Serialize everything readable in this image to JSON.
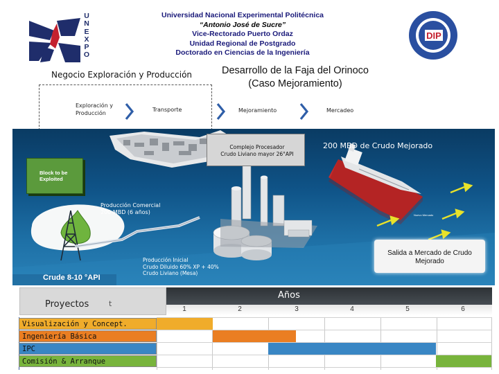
{
  "header": {
    "unexpo_letters": [
      "U",
      "N",
      "E",
      "X",
      "P",
      "O"
    ],
    "line1": "Universidad Nacional Experimental Politécnica",
    "line2": "“Antonio José de Sucre”",
    "line3": "Vice-Rectorado Puerto Ordaz",
    "line4": "Unidad Regional de Postgrado",
    "line5": "Doctorado en Ciencias de la Ingeniería",
    "logo_right_text": "DIP"
  },
  "phase_title": "Negocio Exploración y Producción",
  "main_title": {
    "line1": "Desarrollo de la Faja del Orinoco",
    "line2": "(Caso Mejoramiento)"
  },
  "chain": {
    "step1": [
      "Exploración y",
      "Producción"
    ],
    "step2": "Transporte",
    "step3": "Mejoramiento",
    "step4": "Mercadeo"
  },
  "illustration": {
    "block_label": [
      "Block to be",
      "Exploited"
    ],
    "complex_label": [
      "Complejo Procesador",
      "Crudo Liviano mayor 26°API"
    ],
    "mbd_label": "200 MBD de Crudo Mejorado",
    "prod_comercial": [
      "Producción Comercial",
      "200 MBD (6 años)"
    ],
    "prod_inicial": [
      "Producción Inicial",
      "Crudo Diluido 60% XP + 40%",
      "Crudo Liviano (Mesa)"
    ],
    "crude_label": "Crude 8-10 °API",
    "salida_label": [
      "Salida a Mercado de Crudo",
      "Mejorado"
    ],
    "ship_name": "Nuevo Mercado"
  },
  "gantt": {
    "projects_label": "Proyectos",
    "projects_suffix": "t",
    "years_label": "Años",
    "years": [
      "1",
      "2",
      "3",
      "4",
      "5",
      "6"
    ],
    "tasks": [
      {
        "name": "Visualización y Concept.",
        "color": "#f0ac2b",
        "start_year": 1,
        "end_year": 1
      },
      {
        "name": "Ingeniería Básica",
        "color": "#ea7e22",
        "start_year": 2,
        "end_year": 2.5
      },
      {
        "name": "IPC",
        "color": "#3986c4",
        "start_year": 3,
        "end_year": 5
      },
      {
        "name": "Comisión & Arranque",
        "color": "#78b43c",
        "start_year": 6,
        "end_year": 6
      }
    ]
  }
}
